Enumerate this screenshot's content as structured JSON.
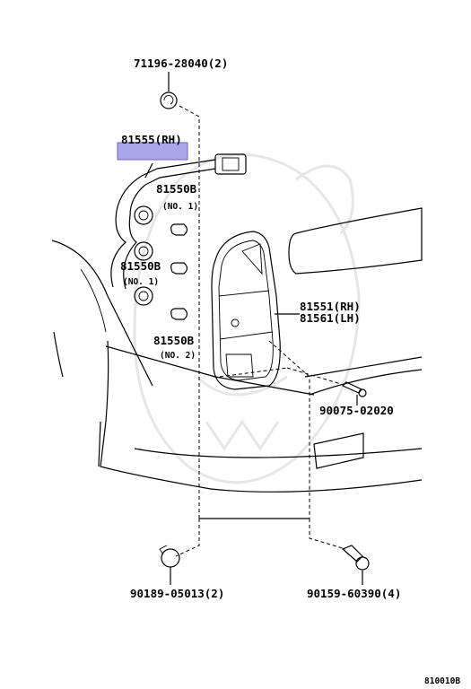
{
  "diagram_code": "810010B",
  "callouts": {
    "clip_top": "71196-28040(2)",
    "harness": "81555(RH)",
    "socket_a": "81550B",
    "socket_a_note": "(NO. 1)",
    "socket_b": "81550B",
    "socket_b_note": "(NO. 1)",
    "socket_c": "81550B",
    "socket_c_note": "(NO. 2)",
    "lens_rh": "81551(RH)",
    "lens_lh": "81561(LH)",
    "screw": "90075-02020",
    "clip_bottom": "90189-05013(2)",
    "bolt": "90159-60390(4)"
  },
  "colors": {
    "highlight_fill": "#a9a6ea",
    "highlight_stroke": "#6a66c8",
    "line": "#000000",
    "watermark": "#e6e6e6"
  }
}
